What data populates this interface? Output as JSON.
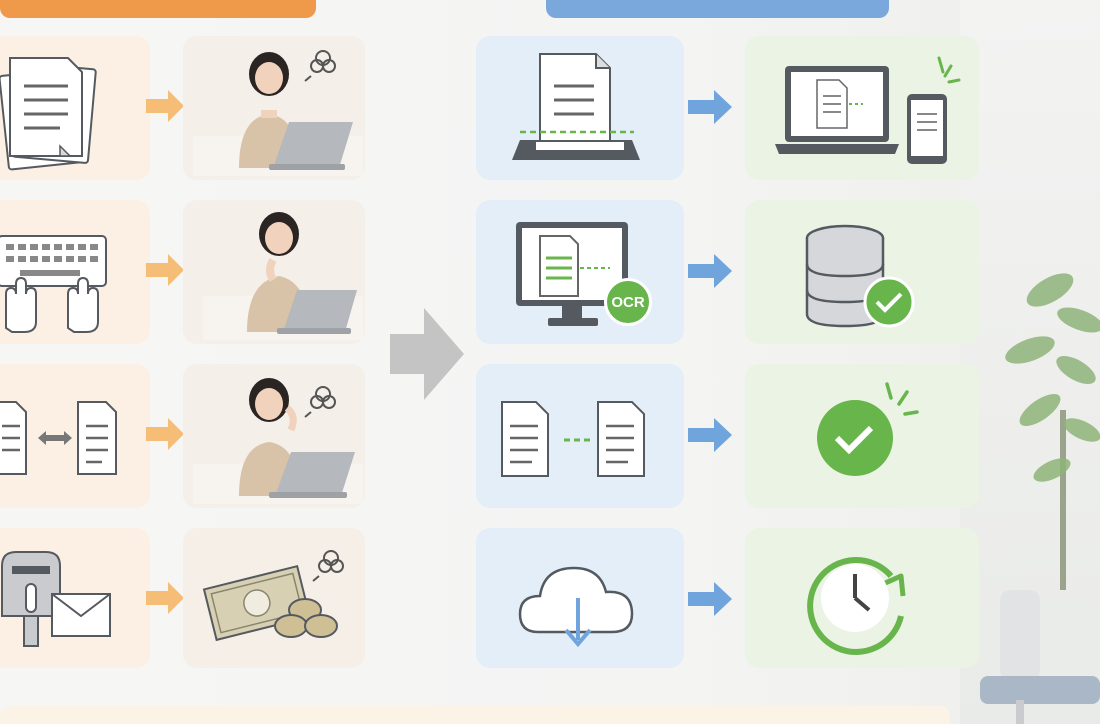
{
  "banners": {
    "left_color": "#ee9a4a",
    "right_color": "#7aa8dc"
  },
  "rows": [
    {
      "before_icon": "paper-stack-icon",
      "person": "person-confused-laptop",
      "after_icon": "document-scanner-icon",
      "result_icon": "laptop-phone-documents-icon"
    },
    {
      "before_icon": "keyboard-typing-hands-icon",
      "person": "person-thinking-laptop",
      "after_icon": "monitor-ocr-icon",
      "result_icon": "database-check-icon"
    },
    {
      "before_icon": "document-compare-icon",
      "person": "person-confused-laptop",
      "after_icon": "document-link-icon",
      "result_icon": "check-circle-icon"
    },
    {
      "before_icon": "mailbox-envelope-icon",
      "person": "money-coins-icon",
      "after_icon": "cloud-download-icon",
      "result_icon": "clock-refresh-icon"
    }
  ],
  "labels": {
    "ocr": "OCR"
  },
  "colors": {
    "orange_arrow": "#f6bd76",
    "blue_arrow": "#6fa4dd",
    "gray_arrow": "#c4c4c4",
    "green_accent": "#68b54c",
    "icon_gray": "#555a60"
  }
}
